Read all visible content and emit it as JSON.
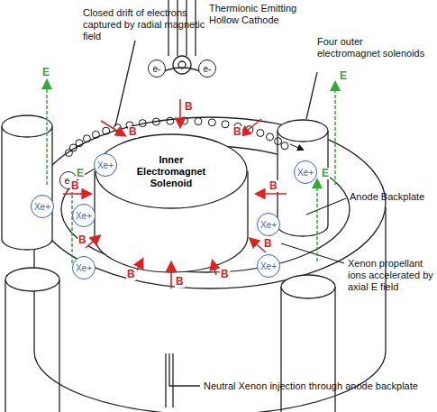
{
  "diagram": {
    "nodes": [
      {
        "text": [
          "Inner Electromagnet Solenoid"
        ]
      },
      {
        "text": [
          "Xe+"
        ]
      },
      {
        "text": [
          "Xe+"
        ]
      },
      {
        "text": [
          "Xe+"
        ]
      },
      {
        "text": [
          "Xe+"
        ]
      },
      {
        "text": [
          "Xe+"
        ]
      },
      {
        "text": [
          "Xe+"
        ]
      },
      {
        "text": [
          "Xe+"
        ]
      },
      {
        "text": [
          "e-"
        ]
      },
      {
        "text": [
          "e-"
        ]
      },
      {
        "text": [
          "e-"
        ]
      }
    ],
    "labels": [
      "Thermionic Emitting Hollow Cathode",
      "Closed drift of electrons captured by radial magnetic field",
      "Four outer electromagnet solenoids",
      "Anode Backplate",
      "Xenon propellant ions accelerated by axial E field",
      "Neutral Xenon injection through anode backplate",
      "E",
      "E",
      "E",
      "E",
      "B",
      "B",
      "B",
      "B",
      "B",
      "B",
      "B",
      "B",
      "B",
      "B"
    ]
  }
}
